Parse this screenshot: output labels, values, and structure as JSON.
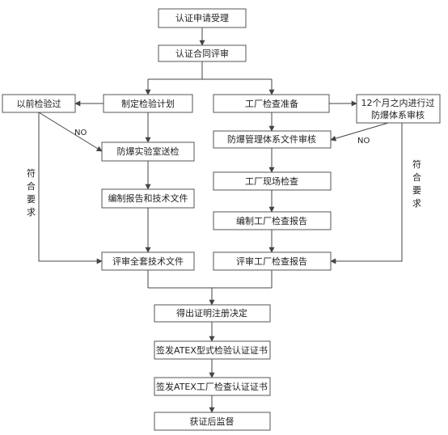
{
  "nodes": {
    "apply": "认证申请受理",
    "contract": "认证合同评审",
    "plan": "制定检验计划",
    "prior": "以前检验过",
    "factory_prep": "工厂检查准备",
    "within12_line1": "12个月之内进行过",
    "within12_line2": "防爆体系审核",
    "lab": "防爆实验室送检",
    "sys_review": "防爆管理体系文件审核",
    "report_tech": "编制报告和技术文件",
    "onsite": "工厂现场检查",
    "factory_report": "编制工厂检查报告",
    "review_tech": "评审全套技术文件",
    "review_factory": "评审工厂检查报告",
    "decision": "得出证明注册决定",
    "atex_type": "签发ATEX型式检验认证证书",
    "atex_factory": "签发ATEX工厂检查认证证书",
    "supervision": "获证后监督"
  },
  "labels": {
    "no_left": "NO",
    "no_right": "NO",
    "conform_left": [
      "符",
      "合",
      "要",
      "求"
    ],
    "conform_right": [
      "符",
      "合",
      "要",
      "求"
    ]
  }
}
